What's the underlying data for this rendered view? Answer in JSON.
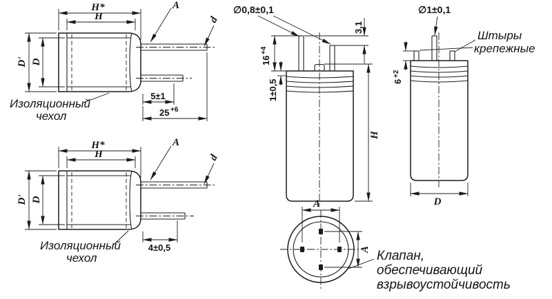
{
  "views": {
    "side_top": {
      "dim_h_star": "H*",
      "dim_h": "H",
      "dim_d_outer": "D'",
      "dim_d_can": "D",
      "dim_lead_spacing": "A",
      "dim_lead_dia": "d",
      "dim_lead_gap": "5±1",
      "dim_lead_len_base": "25",
      "dim_lead_len_tol": "+6",
      "sleeve_label_line1": "Изоляционный",
      "sleeve_label_line2": "чехол"
    },
    "side_bottom": {
      "dim_h_star": "H*",
      "dim_h": "H",
      "dim_d_outer": "D'",
      "dim_d_can": "D",
      "dim_lead_spacing": "A",
      "dim_lead_dia": "d",
      "dim_lead_gap": "4±0,5",
      "sleeve_label_line1": "Изоляционный",
      "sleeve_label_line2": "чехол"
    },
    "front_mid": {
      "dim_lead_dia": "∅0,8±0,1",
      "dim_offset": "3,1",
      "dim_pin_len_base": "16",
      "dim_pin_len_tol": "+4",
      "dim_bead": "1±0,5",
      "dim_height": "H"
    },
    "front_right": {
      "dim_pin_dia": "∅1±0,1",
      "pins_label_line1": "Штыры",
      "pins_label_line2": "крепежные",
      "dim_stub_len_base": "6",
      "dim_stub_len_tol": "+2",
      "dim_diameter": "D"
    },
    "bottom": {
      "dim_spacing_h": "A",
      "dim_spacing_v": "A",
      "valve_label_line1": "Клапан,",
      "valve_label_line2": "обеспечивающий",
      "valve_label_line3": "взрывоустойчивость"
    }
  }
}
